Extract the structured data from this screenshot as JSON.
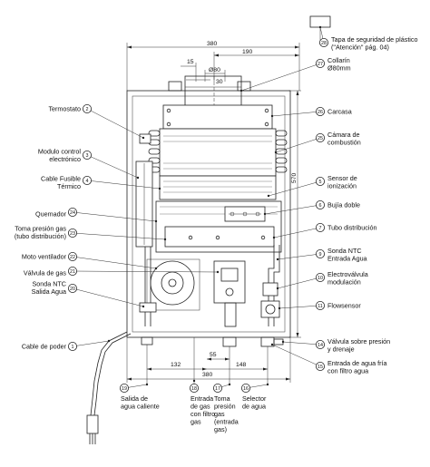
{
  "top_box_note": {
    "title": "Tapa de seguridad de plástico",
    "sub": "(\"Atención\" pág. 04)"
  },
  "dimensions": {
    "width_top": "380",
    "right_offset": "190",
    "offset_15": "15",
    "diameter": "Ø80",
    "offset_30": "30",
    "height": "570",
    "bottom_55": "55",
    "bottom_132": "132",
    "bottom_148": "148",
    "width_bottom": "380"
  },
  "left_labels": [
    {
      "num": "2",
      "lines": [
        "Termostato"
      ]
    },
    {
      "num": "3",
      "lines": [
        "Modulo control",
        "electrónico"
      ]
    },
    {
      "num": "4",
      "lines": [
        "Cable Fusible",
        "Térmico"
      ]
    },
    {
      "num": "24",
      "lines": [
        "Quemador"
      ]
    },
    {
      "num": "23",
      "lines": [
        "Toma presión gas",
        "(tubo distribución)"
      ]
    },
    {
      "num": "22",
      "lines": [
        "Moto ventilador"
      ]
    },
    {
      "num": "21",
      "lines": [
        "Válvula de gas"
      ]
    },
    {
      "num": "20",
      "lines": [
        "Sonda NTC",
        "Salida Agua"
      ]
    },
    {
      "num": "1",
      "lines": [
        "Cable de poder"
      ]
    }
  ],
  "right_labels": [
    {
      "num": "28",
      "lines": [
        "Tapa de seguridad de plástico",
        "(\"Atención\" pág. 04)"
      ]
    },
    {
      "num": "27",
      "lines": [
        "Collarín",
        "Ø80mm"
      ]
    },
    {
      "num": "26",
      "lines": [
        "Carcasa"
      ]
    },
    {
      "num": "25",
      "lines": [
        "Cámara de",
        "combustión"
      ]
    },
    {
      "num": "5",
      "lines": [
        "Sensor de",
        "ionización"
      ]
    },
    {
      "num": "6",
      "lines": [
        "Bujía doble"
      ]
    },
    {
      "num": "7",
      "lines": [
        "Tubo distribución"
      ]
    },
    {
      "num": "9",
      "lines": [
        "Sonda NTC",
        "Entrada Agua"
      ]
    },
    {
      "num": "10",
      "lines": [
        "Electroválvula",
        "modulación"
      ]
    },
    {
      "num": "11",
      "lines": [
        "Flowsensor"
      ]
    },
    {
      "num": "14",
      "lines": [
        "Válvula sobre presión",
        "y drenaje"
      ]
    },
    {
      "num": "15",
      "lines": [
        "Entrada de agua fría",
        "con filtro agua"
      ]
    }
  ],
  "bottom_labels": [
    {
      "num": "19",
      "lines": [
        "Salida de",
        "agua caliente"
      ]
    },
    {
      "num": "18",
      "lines": [
        "Entrada",
        "de gas",
        "con filtro",
        "gas"
      ]
    },
    {
      "num": "17",
      "lines": [
        "Toma",
        "presión",
        "gas",
        "(entrada",
        "gas)"
      ]
    },
    {
      "num": "16",
      "lines": [
        "Selector",
        "de agua"
      ]
    }
  ]
}
